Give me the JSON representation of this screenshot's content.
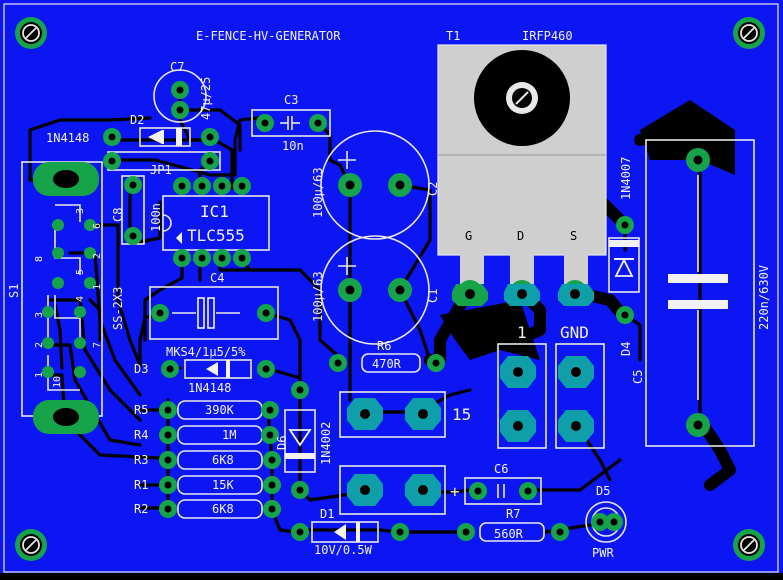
{
  "colors": {
    "board": "#0b16f2",
    "copper": "#000000",
    "silkscreen": "#f2f2f2",
    "pad": "#16a34a",
    "pad_teal": "#0e9fa8",
    "heatsink": "#cfcfcf"
  },
  "title": "E-FENCE-HV-GENERATOR",
  "labels": {
    "t1_ref": "T1",
    "t1_part": "IRFP460",
    "c7_ref": "C7",
    "c7_val": "47µ/25",
    "c3_ref": "C3",
    "c3_val": "10n",
    "d2_ref": "D2",
    "d2_part": "1N4148",
    "jp1": "JP1",
    "c8_ref": "C8",
    "c8_val": "100n",
    "ic1_ref": "IC1",
    "ic1_part": "TLC555",
    "c2_ref": "C2",
    "c2_val": "100µ/63",
    "c1_ref": "C1",
    "c1_val": "100µ/63",
    "c4_ref": "C4",
    "c4_val": "MKS4/1µ5/5%",
    "gate": "G",
    "drain": "D",
    "source": "S",
    "d4_ref": "D4",
    "d4_part": "1N4007",
    "c5_ref": "C5",
    "c5_val": "220n/630V",
    "s1_ref": "S1",
    "s1_part": "SS-2X3",
    "sw_pins": [
      "3",
      "6",
      "2",
      "5",
      "1",
      "4",
      "3",
      "2",
      "1",
      "7",
      "10",
      "8"
    ],
    "d3_ref": "D3",
    "d3_part": "1N4148",
    "r6_ref": "R6",
    "r6_val": "470R",
    "r5_ref": "R5",
    "r5_val": "390K",
    "r4_ref": "R4",
    "r4_val": "1M",
    "r3_ref": "R3",
    "r3_val": "6K8",
    "r1_ref": "R1",
    "r1_val": "15K",
    "r2_ref": "R2",
    "r2_val": "6K8",
    "d6_ref": "D6",
    "d6_part": "1N4002",
    "term_1": "1",
    "term_gnd": "GND",
    "term_15": "15",
    "c6_ref": "C6",
    "d1_ref": "D1",
    "d1_val": "10V/0.5W",
    "r7_ref": "R7",
    "r7_val": "560R",
    "d5_ref": "D5",
    "d5_label": "PWR",
    "plus": "+"
  }
}
